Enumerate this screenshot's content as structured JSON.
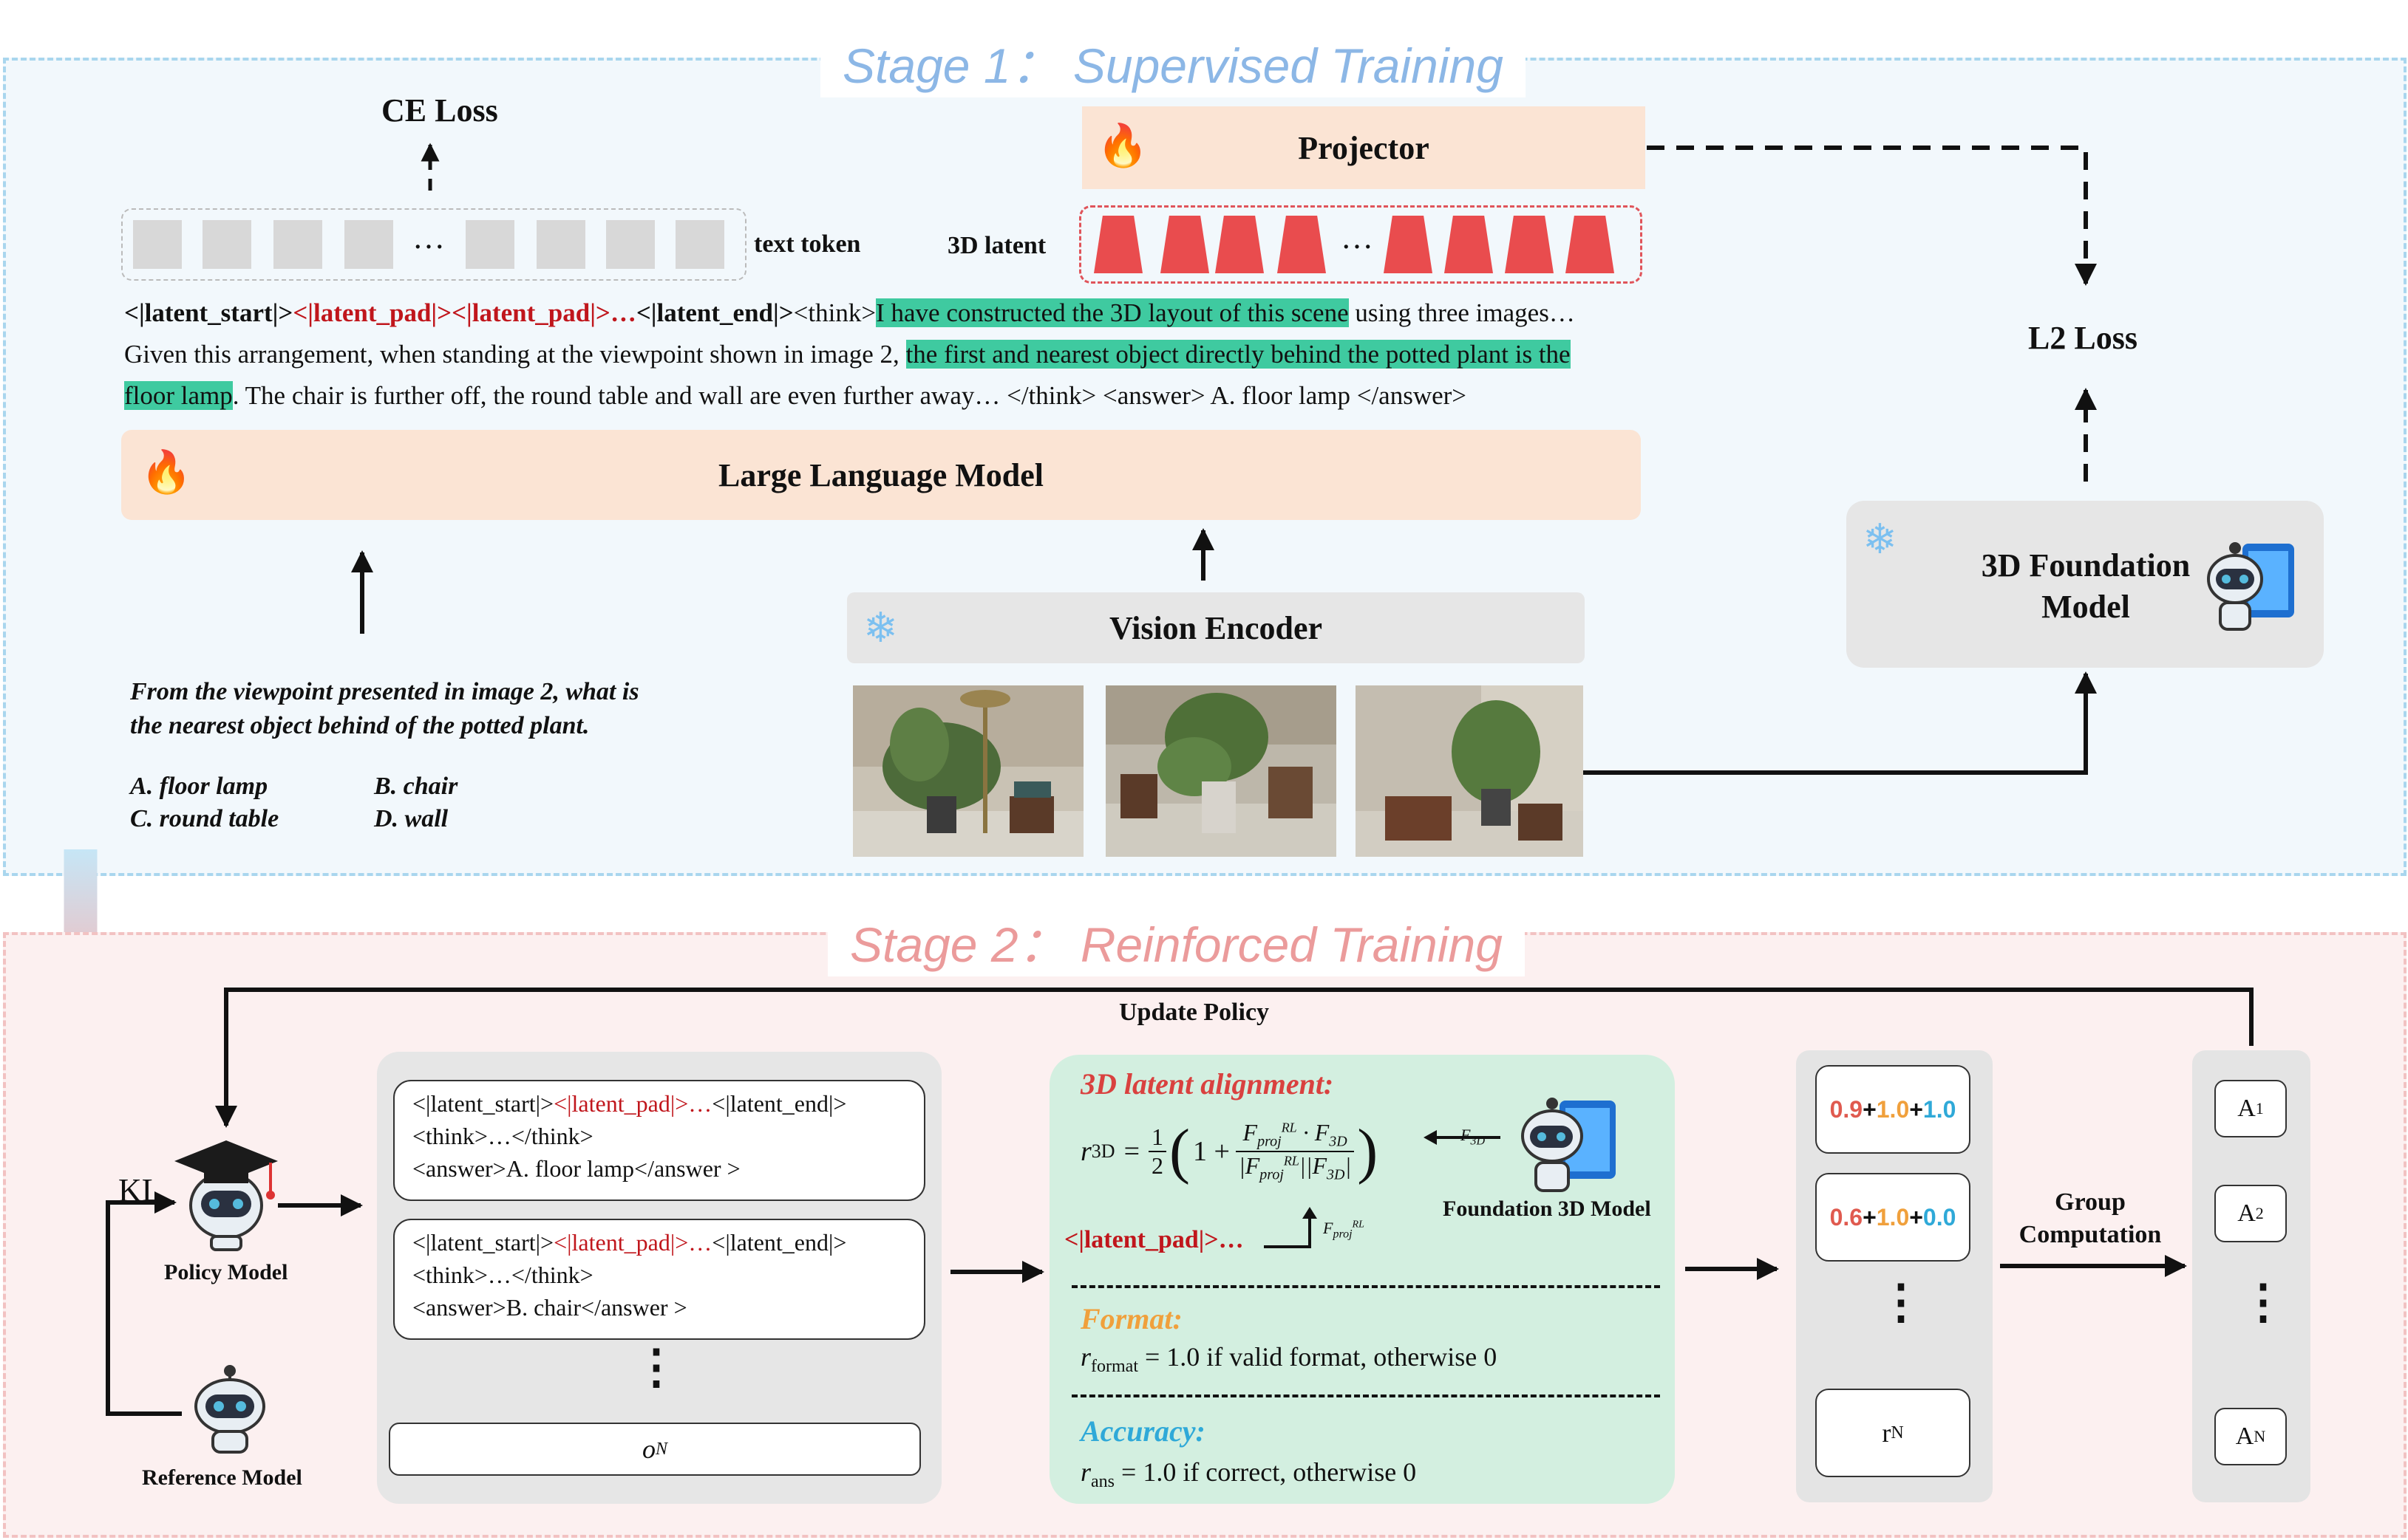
{
  "stage1": {
    "title": "Stage 1： Supervised Training",
    "ce_loss": "CE Loss",
    "projector": "Projector",
    "latent_label": "3D latent",
    "text_token_label": "text token",
    "ellipsis": "…",
    "l2_loss": "L2 Loss",
    "line1": {
      "a": "<|latent_start|>",
      "b": "<|latent_pad|><|latent_pad|>…",
      "c": "<|latent_end|>",
      "d": "<think>",
      "e": "I have constructed the 3D layout of this scene",
      "f": " using three images…"
    },
    "line2": {
      "a": "Given this arrangement, when standing at the viewpoint shown in image 2, ",
      "b": "the first and nearest object directly behind the potted plant is the"
    },
    "line3": {
      "a": "floor lamp",
      "b": ". The chair is further off, the round table and wall are even further away… </think> <answer> A. floor lamp </answer>"
    },
    "llm": "Large Language Model",
    "vision_encoder": "Vision Encoder",
    "foundation_line1": "3D Foundation",
    "foundation_line2": "Model",
    "question_line1": "From the viewpoint presented in image 2, what is",
    "question_line2": "the nearest object behind of the potted plant.",
    "options": [
      "A. floor lamp",
      "B. chair",
      "C. round table",
      "D. wall"
    ]
  },
  "stage2": {
    "title": "Stage 2： Reinforced Training",
    "update_policy": "Update Policy",
    "kl": "KL",
    "policy_model": "Policy Model",
    "reference_model": "Reference Model",
    "resp1": {
      "start": "<|latent_start|>",
      "pad": "<|latent_pad|>…",
      "end": "<|latent_end|>",
      "think": "<think>…</think>",
      "answer": "<answer>A. floor lamp</answer >"
    },
    "resp2": {
      "start": "<|latent_start|>",
      "pad": "<|latent_pad|>…",
      "end": "<|latent_end|>",
      "think": "<think>…</think>",
      "answer": "<answer>B. chair</answer >"
    },
    "vdots": "⋮",
    "o_n": "o",
    "o_n_sub": "N",
    "alignment_title": "3D latent alignment:",
    "latent_pad": "<|latent_pad|>…",
    "foundation_3d": "Foundation 3D Model",
    "format_title": "Format:",
    "format_text": "= 1.0 if valid format, otherwise 0",
    "accuracy_title": "Accuracy:",
    "accuracy_text": "= 1.0 if correct, otherwise 0",
    "scores": [
      {
        "a": "0.9",
        "b": "1.0",
        "c": "1.0"
      },
      {
        "a": "0.6",
        "b": "1.0",
        "c": "0.0"
      }
    ],
    "plus": "+",
    "r_n": "r",
    "r_n_sub": "N",
    "group_line1": "Group",
    "group_line2": "Computation",
    "advantages": [
      {
        "base": "A",
        "sub": "1"
      },
      {
        "base": "A",
        "sub": "2"
      },
      {
        "base": "A",
        "sub": "N"
      }
    ]
  },
  "colors": {
    "score_a": "#e05a4f",
    "score_b": "#f0a03c",
    "score_c": "#2fa9d8",
    "alignment": "#d9413f",
    "format": "#f0a03c",
    "accuracy": "#2fa9d8"
  }
}
